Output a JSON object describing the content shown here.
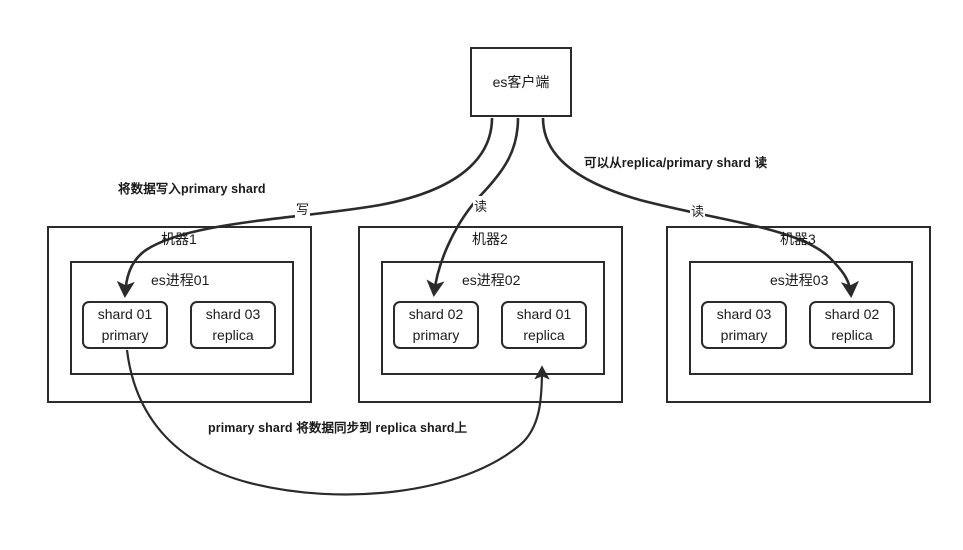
{
  "diagram": {
    "title_text": "es客户端",
    "client": {
      "label": "es客户端"
    },
    "annotations": {
      "write_note": "将数据写入primary shard",
      "read_note": "可以从replica/primary shard 读",
      "sync_note": "primary shard 将数据同步到 replica shard上"
    },
    "edge_labels": {
      "write": "写",
      "read_center": "读",
      "read_right": "读"
    },
    "machines": [
      {
        "name": "机器1",
        "process": "es进程01",
        "shards": [
          {
            "name": "shard 01",
            "role": "primary"
          },
          {
            "name": "shard 03",
            "role": "replica"
          }
        ]
      },
      {
        "name": "机器2",
        "process": "es进程02",
        "shards": [
          {
            "name": "shard 02",
            "role": "primary"
          },
          {
            "name": "shard 01",
            "role": "replica"
          }
        ]
      },
      {
        "name": "机器3",
        "process": "es进程03",
        "shards": [
          {
            "name": "shard 03",
            "role": "primary"
          },
          {
            "name": "shard 02",
            "role": "replica"
          }
        ]
      }
    ],
    "colors": {
      "stroke": "#2b2b2b",
      "text": "#1a1a1a",
      "background": "#ffffff"
    }
  }
}
